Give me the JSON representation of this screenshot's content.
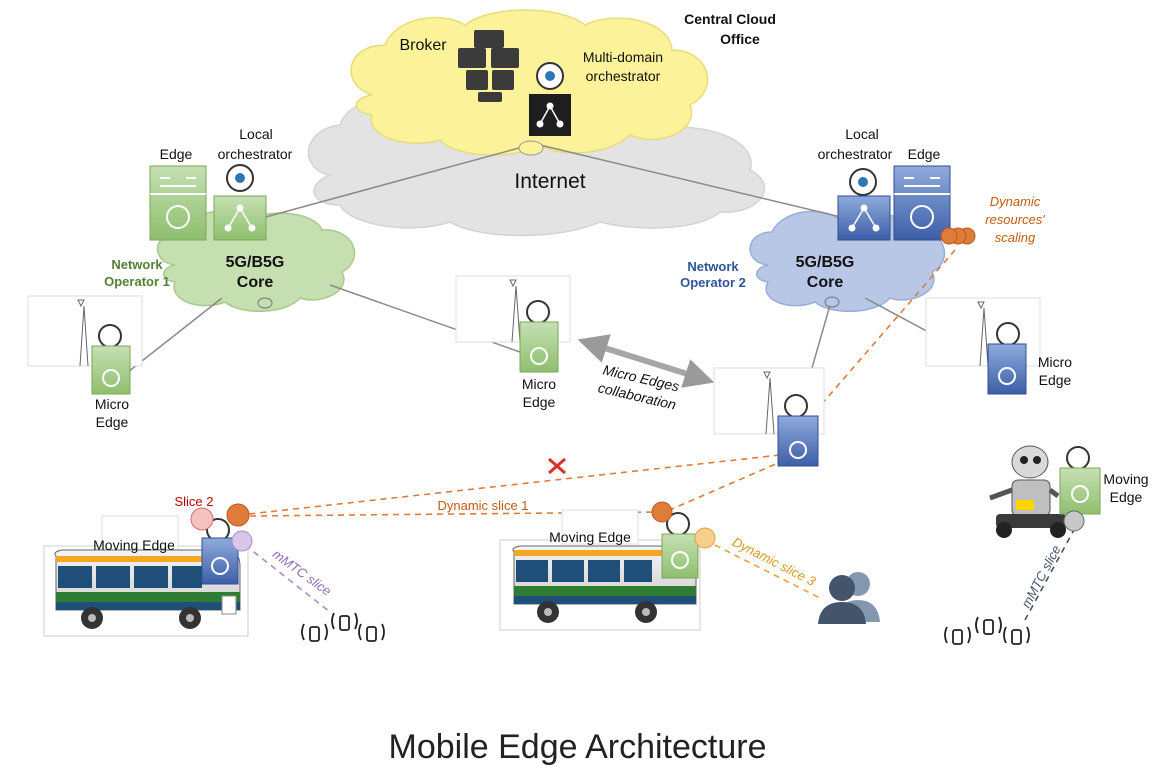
{
  "caption": "Mobile Edge Architecture",
  "cloud": {
    "central_label_line1": "Central Cloud",
    "central_label_line2": "Office",
    "broker": "Broker",
    "orchestrator_line1": "Multi-domain",
    "orchestrator_line2": "orchestrator",
    "internet": "Internet"
  },
  "operator1": {
    "edge": "Edge",
    "local_orch_line1": "Local",
    "local_orch_line2": "orchestrator",
    "name_line1": "Network",
    "name_line2": "Operator 1",
    "core_line1": "5G/B5G",
    "core_line2": "Core",
    "micro_edge_line1": "Micro",
    "micro_edge_line2": "Edge"
  },
  "operator2": {
    "local_orch_line1": "Local",
    "local_orch_line2": "orchestrator",
    "edge": "Edge",
    "name_line1": "Network",
    "name_line2": "Operator 2",
    "core_line1": "5G/B5G",
    "core_line2": "Core",
    "scaling_line1": "Dynamic",
    "scaling_line2": "resources'",
    "scaling_line3": "scaling",
    "micro_edge_line1": "Micro",
    "micro_edge_line2": "Edge"
  },
  "center": {
    "micro_edge_line1": "Micro",
    "micro_edge_line2": "Edge",
    "collab_line1": "Micro Edges",
    "collab_line2": "collaboration"
  },
  "bottom": {
    "slice2": "Slice 2",
    "moving_edge": "Moving Edge",
    "mmtc_slice": "mMTC slice",
    "dynamic_slice1": "Dynamic slice 1",
    "moving_edge2": "Moving Edge",
    "dynamic_slice3": "Dynamic slice 3",
    "robot_moving_line1": "Moving",
    "robot_moving_line2": "Edge",
    "mmtc_slice2": "mMTC slice"
  },
  "colors": {
    "cloud_yellow": "#fbf29a",
    "cloud_grey": "#e3e3e3",
    "op1_green": "#a9d18e",
    "op1_text": "#538135",
    "op2_blue": "#5b7fc4",
    "op2_text": "#2f5597",
    "orange": "#e07b39",
    "purple": "#a98bc9",
    "gold": "#e6a23c",
    "slate": "#44546a"
  }
}
